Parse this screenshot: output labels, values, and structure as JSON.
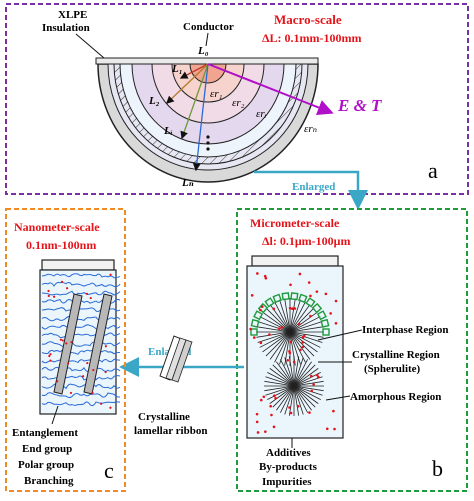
{
  "panel_a": {
    "label": "a",
    "insulation": [
      "XLPE",
      "Insulation"
    ],
    "conductor": "Conductor",
    "scale_title": "Macro-scale",
    "scale_range": "ΔL: 0.1mm-100mm",
    "field_label": "E & T",
    "L0": "L₀",
    "L1": "L₁",
    "L2": "L₂",
    "Li": "Lᵢ",
    "Ln": "Lₙ",
    "e1": "εr₁",
    "e2": "εr₂",
    "ei": "εrᵢ",
    "en": "εrₙ",
    "enlarged": "Enlarged"
  },
  "panel_b": {
    "label": "b",
    "scale_title": "Micrometer-scale",
    "scale_range": "Δl: 0.1μm-100μm",
    "interphase": "Interphase Region",
    "crystalline_1": "Crystalline Region",
    "crystalline_2": "(Spherulite)",
    "amorphous": "Amorphous Region",
    "bottom": [
      "Additives",
      "By-products",
      "Impurities"
    ],
    "enlarged": "Enlarged"
  },
  "panel_c": {
    "label": "c",
    "scale_title": "Nanometer-scale",
    "scale_range": "0.1nm-100nm",
    "ribbon": [
      "Crystalline",
      "lamellar ribbon"
    ],
    "features": [
      "Entanglement",
      "End group",
      "Polar group",
      "Branching"
    ]
  },
  "colors": {
    "purple_frame": "#7b2fa3",
    "orange_frame": "#f08a24",
    "green_frame": "#1f9a3c",
    "red_text": "#e4141a",
    "arrow": "#3aa7c7",
    "blue_chain": "#2b6bd6",
    "field": "#b011c8"
  }
}
